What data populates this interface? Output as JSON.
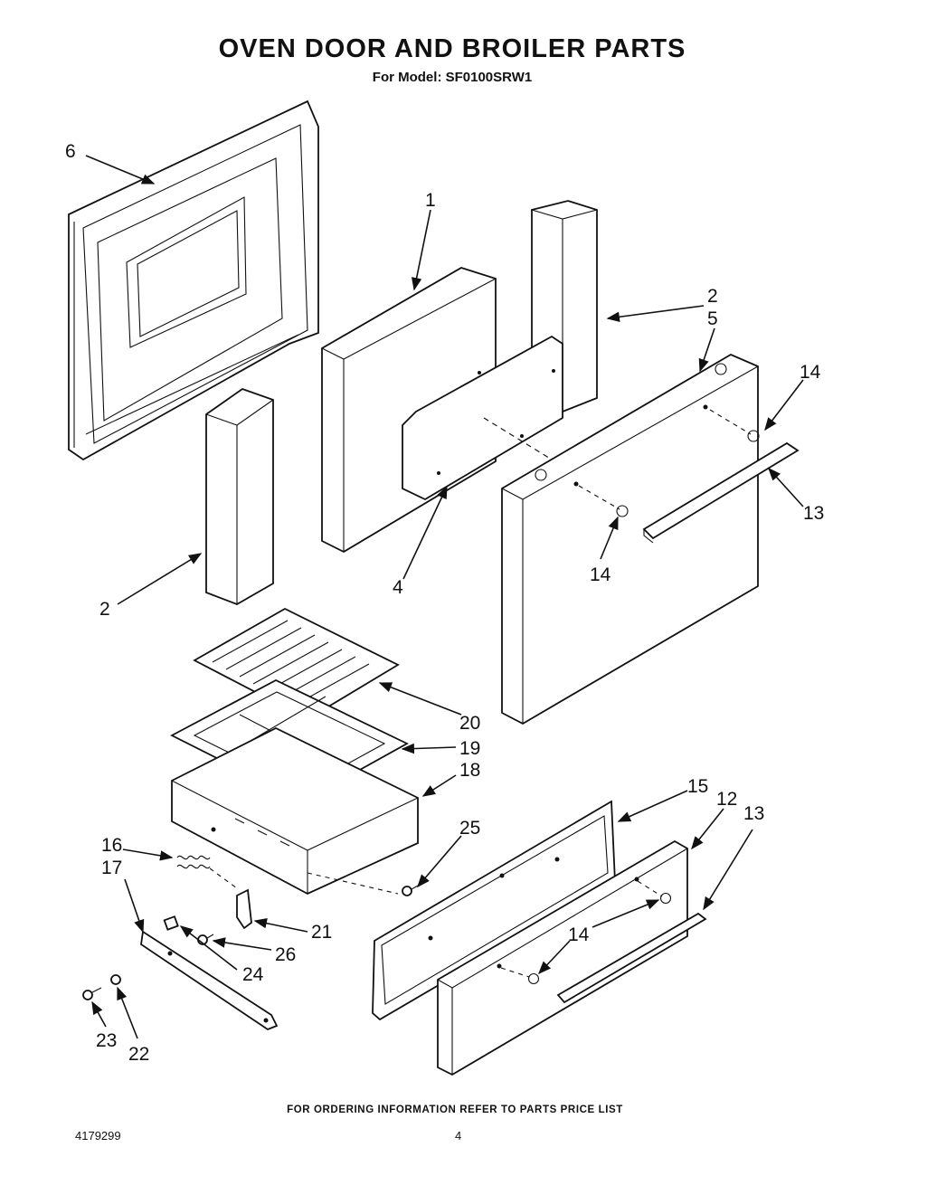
{
  "header": {
    "title": "OVEN DOOR AND BROILER PARTS",
    "subtitle": "For Model: SF0100SRW1"
  },
  "footer": {
    "note": "FOR ORDERING INFORMATION REFER TO PARTS PRICE LIST",
    "doc_number": "4179299",
    "page_number": "4"
  },
  "callouts": {
    "c1": "1",
    "c2a": "2",
    "c2b": "2",
    "c4": "4",
    "c5": "5",
    "c6": "6",
    "c12": "12",
    "c13a": "13",
    "c13b": "13",
    "c14a": "14",
    "c14b": "14",
    "c14c": "14",
    "c15": "15",
    "c16": "16",
    "c17": "17",
    "c18": "18",
    "c19": "19",
    "c20": "20",
    "c21": "21",
    "c22": "22",
    "c23": "23",
    "c24": "24",
    "c25": "25",
    "c26": "26"
  }
}
